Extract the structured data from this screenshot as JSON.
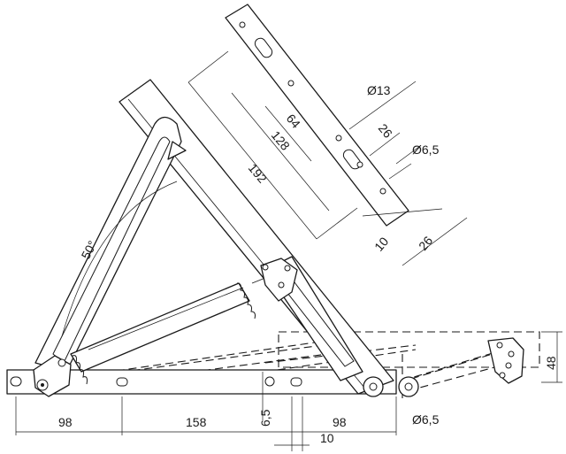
{
  "dimensions": {
    "d98_left": "98",
    "d158": "158",
    "d98_right": "98",
    "d10_bottom": "10",
    "d6_5_vertical": "6,5",
    "dia6_5_bottom": "Ø6,5",
    "d48": "48",
    "angle50": "50°",
    "d192": "192",
    "d128": "128",
    "d64": "64",
    "dia13": "Ø13",
    "d26_top": "26",
    "dia6_5_top": "Ø6,5",
    "d10_right": "10",
    "d26_right": "26"
  },
  "colors": {
    "line": "#1a1a1a",
    "background": "#ffffff"
  }
}
